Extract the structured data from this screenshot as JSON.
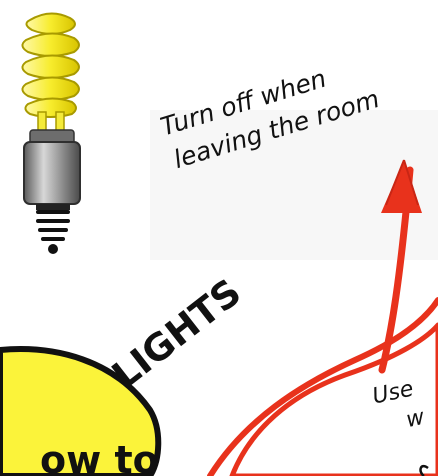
{
  "notes": {
    "line1": "Turn off when",
    "line2": "leaving the room"
  },
  "branch_label": "LIGHTS",
  "sub_note": {
    "line1": "Use",
    "line2": "w"
  },
  "central_node": {
    "text_fragment": "ow to"
  },
  "colors": {
    "branch": "#e8321c",
    "bulb_coil": "#f2e83a",
    "bulb_coil_stroke": "#b8a600",
    "bulb_base": "#7d7d7d",
    "central_fill": "#fbf33a"
  },
  "icons": [
    "lightbulb-icon"
  ]
}
